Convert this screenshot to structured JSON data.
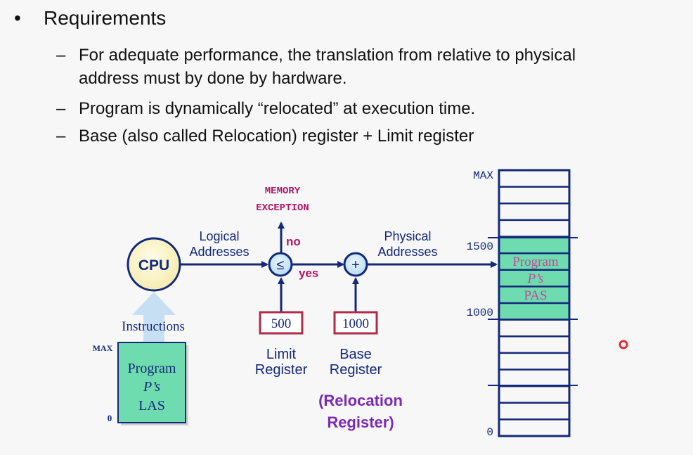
{
  "bullets": {
    "main": "Requirements",
    "items": [
      {
        "line1": "For adequate performance, the translation from relative to physical",
        "line2": "address must by done by hardware."
      },
      {
        "line1": "Program is dynamically “relocated” at execution time."
      },
      {
        "line1": "Base (also called Relocation) register + Limit register"
      }
    ]
  },
  "diagram": {
    "memory_exception": [
      "MEMORY",
      "EXCEPTION"
    ],
    "no_label": "no",
    "yes_label": "yes",
    "cpu_label": "CPU",
    "logical_addresses": [
      "Logical",
      "Addresses"
    ],
    "physical_addresses": [
      "Physical",
      "Addresses"
    ],
    "compare_symbol": "≤",
    "add_symbol": "+",
    "limit_value": "500",
    "base_value": "1000",
    "limit_register": [
      "Limit",
      "Register"
    ],
    "base_register": [
      "Base",
      "Register"
    ],
    "relocation_register": [
      "(Relocation",
      "Register)"
    ],
    "instructions": "Instructions",
    "las": {
      "max": "MAX",
      "zero": "0",
      "lines": [
        "Program",
        "P’s",
        "LAS"
      ]
    },
    "pas": {
      "max": "MAX",
      "mark_1500": "1500",
      "mark_1000": "1000",
      "zero": "0",
      "lines": [
        "Program",
        "P’s",
        "PAS"
      ]
    }
  },
  "colors": {
    "navy": "#14287a",
    "magenta": "#b0186a",
    "purple": "#7a2bb5",
    "teal": "#6fdcb0",
    "cpu_fill": "#fdf6c6",
    "register_border": "#b22a4a"
  }
}
